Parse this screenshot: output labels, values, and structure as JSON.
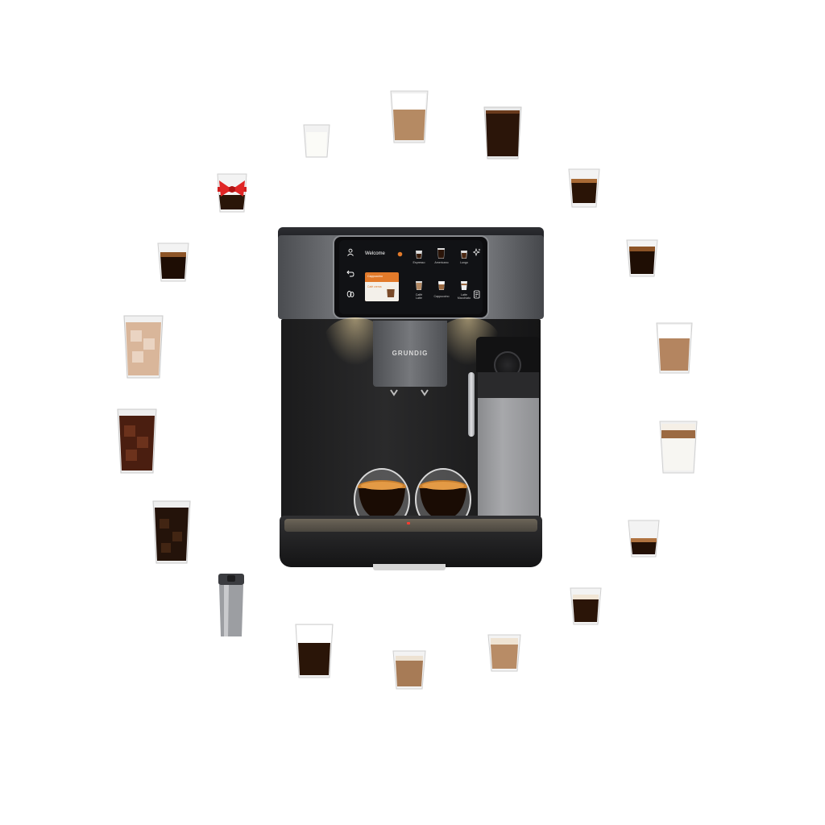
{
  "machine": {
    "brand": "GRUNDIG",
    "screen": {
      "greeting": "Welcome",
      "featured_label": "Cappuccino",
      "featured_sub": "Café crema",
      "icons": [
        "user-icon",
        "back-icon",
        "beans-icon",
        "sparkle-icon",
        "recipe-list-icon"
      ],
      "drinks": [
        {
          "name": "Espresso"
        },
        {
          "name": "Americano"
        },
        {
          "name": "Lungo"
        },
        {
          "name": "Caffè Latte"
        },
        {
          "name": "Cappuccino"
        },
        {
          "name": "Latte Macchiato"
        }
      ]
    },
    "colors": {
      "accent": "#e27a2a",
      "body": "#5e6064",
      "dark": "#1c1c1e"
    }
  },
  "drinks_ring": [
    {
      "icon": "milk-glass-icon"
    },
    {
      "icon": "cappuccino-glass-icon"
    },
    {
      "icon": "americano-glass-icon"
    },
    {
      "icon": "espresso-glass-icon"
    },
    {
      "icon": "espresso-glass-icon"
    },
    {
      "icon": "flat-white-glass-icon"
    },
    {
      "icon": "latte-macchiato-glass-icon"
    },
    {
      "icon": "espresso-glass-icon"
    },
    {
      "icon": "cortado-glass-icon"
    },
    {
      "icon": "flat-white-glass-icon"
    },
    {
      "icon": "cortado-glass-icon"
    },
    {
      "icon": "cappuccino-glass-icon"
    },
    {
      "icon": "travel-mug-icon"
    },
    {
      "icon": "iced-coffee-glass-icon"
    },
    {
      "icon": "iced-americano-glass-icon"
    },
    {
      "icon": "iced-latte-glass-icon"
    },
    {
      "icon": "espresso-glass-icon"
    },
    {
      "icon": "gift-bow-glass-icon"
    }
  ]
}
